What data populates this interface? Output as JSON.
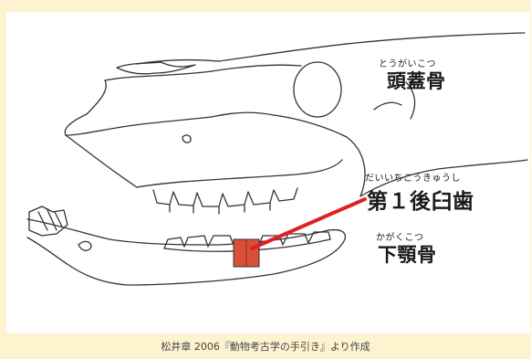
{
  "labels": {
    "skull": {
      "ruby": "とうがいこつ",
      "term": "頭蓋骨"
    },
    "molar": {
      "ruby": "だいいちこうきゅうし",
      "term": "第１後臼歯"
    },
    "mandible": {
      "ruby": "かがくこつ",
      "term": "下顎骨"
    }
  },
  "caption": "松井章 2006『動物考古学の手引き』より作成",
  "colors": {
    "background": "#fdf3cf",
    "panel": "#ffffff",
    "line": "#333333",
    "highlight": "#d9503a",
    "pointer": "#e02020"
  }
}
